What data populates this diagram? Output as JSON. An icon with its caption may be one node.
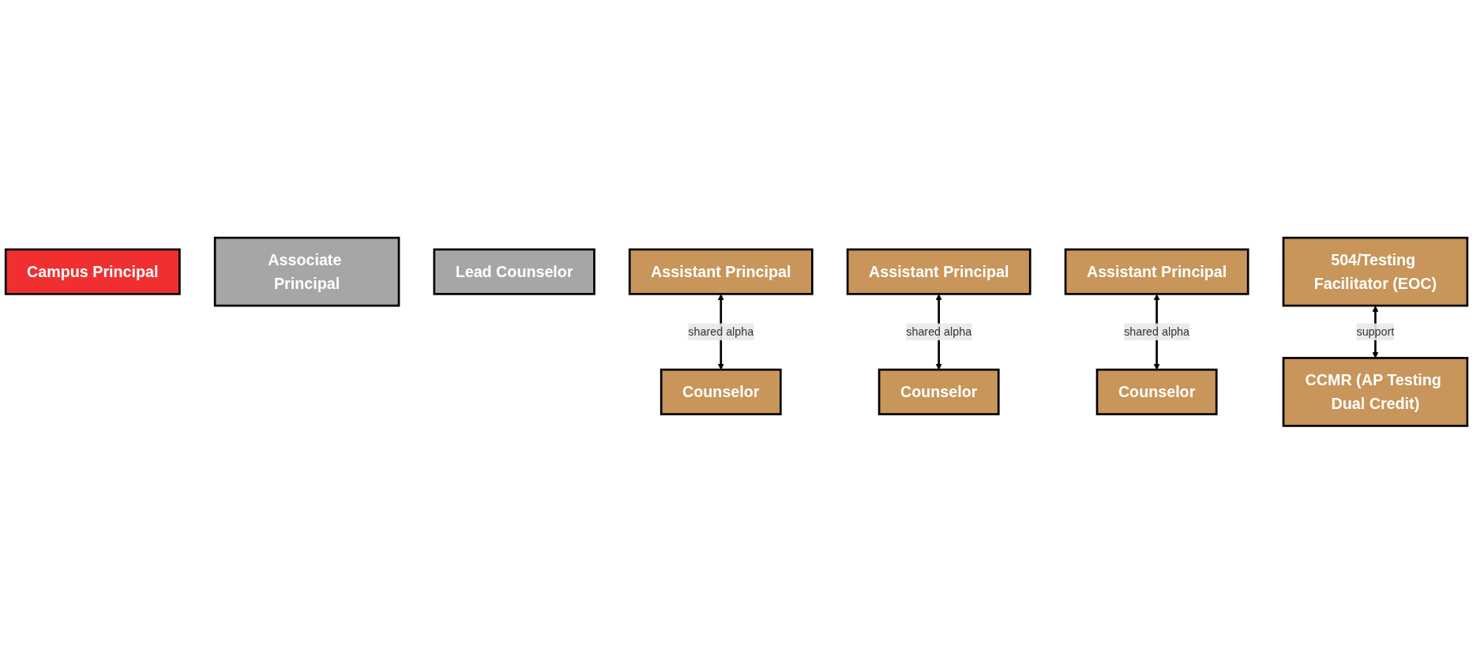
{
  "diagram": {
    "nodes": [
      {
        "text": [
          "Campus Principal"
        ]
      },
      {
        "text": [
          "Associate Principal"
        ]
      },
      {
        "text": [
          "Lead Counselor"
        ]
      },
      {
        "text": [
          "Assistant Principal"
        ]
      },
      {
        "text": [
          "Assistant Principal"
        ]
      },
      {
        "text": [
          "Assistant Principal"
        ]
      },
      {
        "text": [
          "504/Testing Facilitator (EOC)"
        ]
      },
      {
        "text": [
          "Counselor"
        ]
      },
      {
        "text": [
          "Counselor"
        ]
      },
      {
        "text": [
          "Counselor"
        ]
      },
      {
        "text": [
          "CCMR (AP Testing Dual Credit)"
        ]
      }
    ],
    "edges": [
      {
        "from": 3,
        "to": 7,
        "arrow": "both",
        "label": "shared alpha"
      },
      {
        "from": 4,
        "to": 8,
        "arrow": "both",
        "label": "shared alpha"
      },
      {
        "from": 5,
        "to": 9,
        "arrow": "both",
        "label": "shared alpha"
      },
      {
        "from": 6,
        "to": 10,
        "arrow": "both",
        "label": "support"
      }
    ]
  }
}
